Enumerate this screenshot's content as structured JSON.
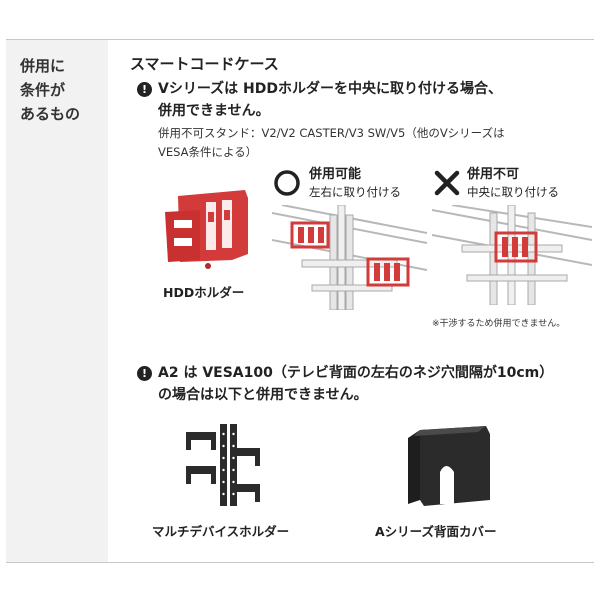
{
  "sidebar": {
    "label": "併用に\n条件が\nあるもの"
  },
  "section": {
    "title": "スマートコードケース",
    "warning1": {
      "line1": "Vシリーズは HDDホルダーを中央に取り付ける場合、",
      "line2": "併用できません。",
      "note_line1": "併用不可スタンド：V2/V2 CASTER/V3 SW/V5（他のVシリーズは",
      "note_line2": "VESA条件による）"
    },
    "hdd_caption": "HDDホルダー",
    "ok": {
      "label": "併用可能",
      "sub": "左右に取り付ける"
    },
    "ng": {
      "label": "併用不可",
      "sub": "中央に取り付ける"
    },
    "interference_note": "※干渉するため併用できません。",
    "warning2": {
      "line1": "A2 は VESA100（テレビ背面の左右のネジ穴間隔が10cm）",
      "line2": "の場合は以下と併用できません。"
    },
    "multi_caption": "マルチデバイスホルダー",
    "cover_caption": "Aシリーズ背面カバー"
  },
  "colors": {
    "holder_red": "#d33a3a",
    "frame_gray": "#b8b8b8",
    "sidebar_bg": "#f2f2f2",
    "product_black": "#2b2b2b"
  },
  "icons": [
    "exclamation-icon",
    "circle-ok-icon",
    "cross-ng-icon"
  ]
}
